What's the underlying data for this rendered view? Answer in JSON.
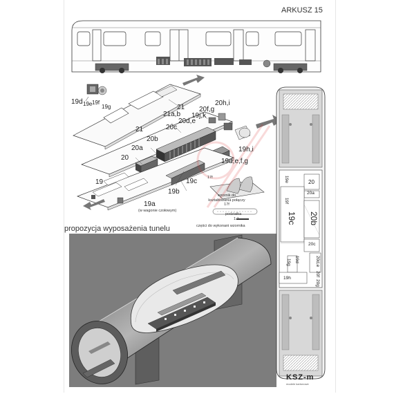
{
  "sheet_title": "ARKUSZ 15",
  "section_heading": "propozycja wyposażenia tunelu",
  "exploded_labels": {
    "l19d": "19d",
    "l19e": "19e",
    "l19f": "19f",
    "l19g": "19g",
    "l21": "21",
    "l21b": "21",
    "l21ab": "21a,b",
    "l20hi": "20h,i",
    "l20fg": "20f,g",
    "l19jk": "19j,k",
    "l20de": "20d,e",
    "l20c": "20c",
    "l20b": "20b",
    "l20a": "20a",
    "l20": "20",
    "l19hi": "19h,i",
    "l19defg": "19d,e,f,g",
    "l19": "19",
    "l19c": "19c",
    "l19b": "19b",
    "l19a": "19a",
    "l17f": "17f",
    "note_19a": "(w wagonie czołowym)",
    "template_caption": "wzornik do kształtowania połączy 17f",
    "scale_label": "podziałka",
    "scale_ratio": "1:1",
    "parts_caption": "części do wykonani wzornika"
  },
  "plan_labels": {
    "p19e": "19e",
    "p20": "20",
    "p19f": "19f",
    "p20a": "20a",
    "p19c": "19c",
    "p20b": "20b",
    "p20c": "20c",
    "p19g": "19g",
    "p20de": "20d,e",
    "p19d": "19d",
    "p19h": "19h",
    "p20f": "20f",
    "p20g": "20g"
  },
  "logo": {
    "text": "KSZ-m",
    "tagline": "modele kartonowe"
  }
}
